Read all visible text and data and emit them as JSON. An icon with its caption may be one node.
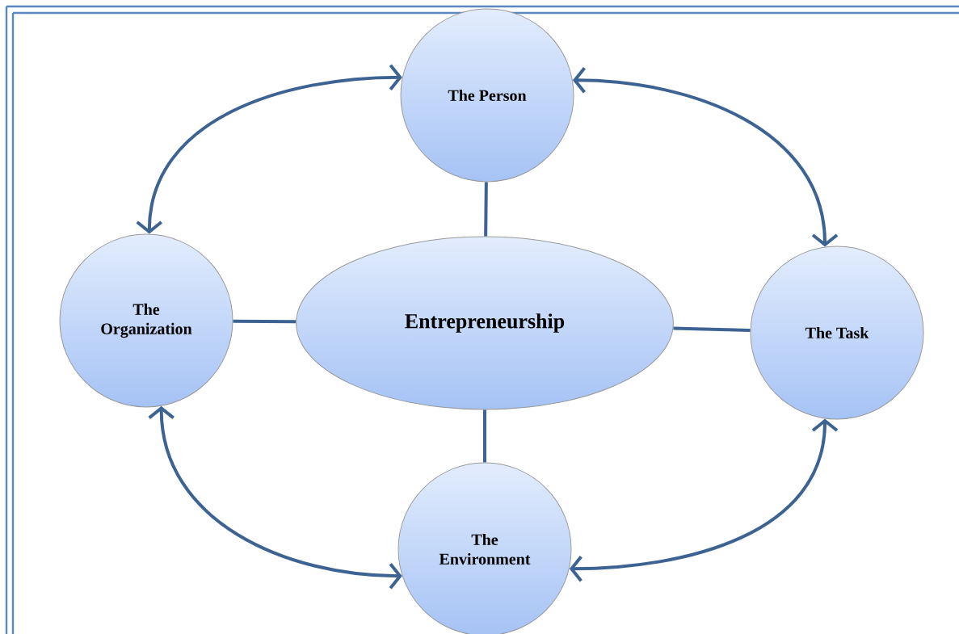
{
  "diagram": {
    "nodes": [
      {
        "text": [
          "The Person"
        ]
      },
      {
        "text": [
          "The Organization"
        ]
      },
      {
        "text": [
          "Entrepreneurship"
        ]
      },
      {
        "text": [
          "The Task"
        ]
      },
      {
        "text": [
          "The Environment"
        ]
      }
    ],
    "edges": [
      {
        "from": 0,
        "to": 2,
        "arrow": "none"
      },
      {
        "from": 1,
        "to": 2,
        "arrow": "none"
      },
      {
        "from": 2,
        "to": 3,
        "arrow": "none"
      },
      {
        "from": 2,
        "to": 4,
        "arrow": "none"
      },
      {
        "from": 1,
        "to": 0,
        "arrow": "both"
      },
      {
        "from": 0,
        "to": 3,
        "arrow": "both"
      },
      {
        "from": 3,
        "to": 4,
        "arrow": "both"
      },
      {
        "from": 4,
        "to": 1,
        "arrow": "both"
      }
    ]
  }
}
